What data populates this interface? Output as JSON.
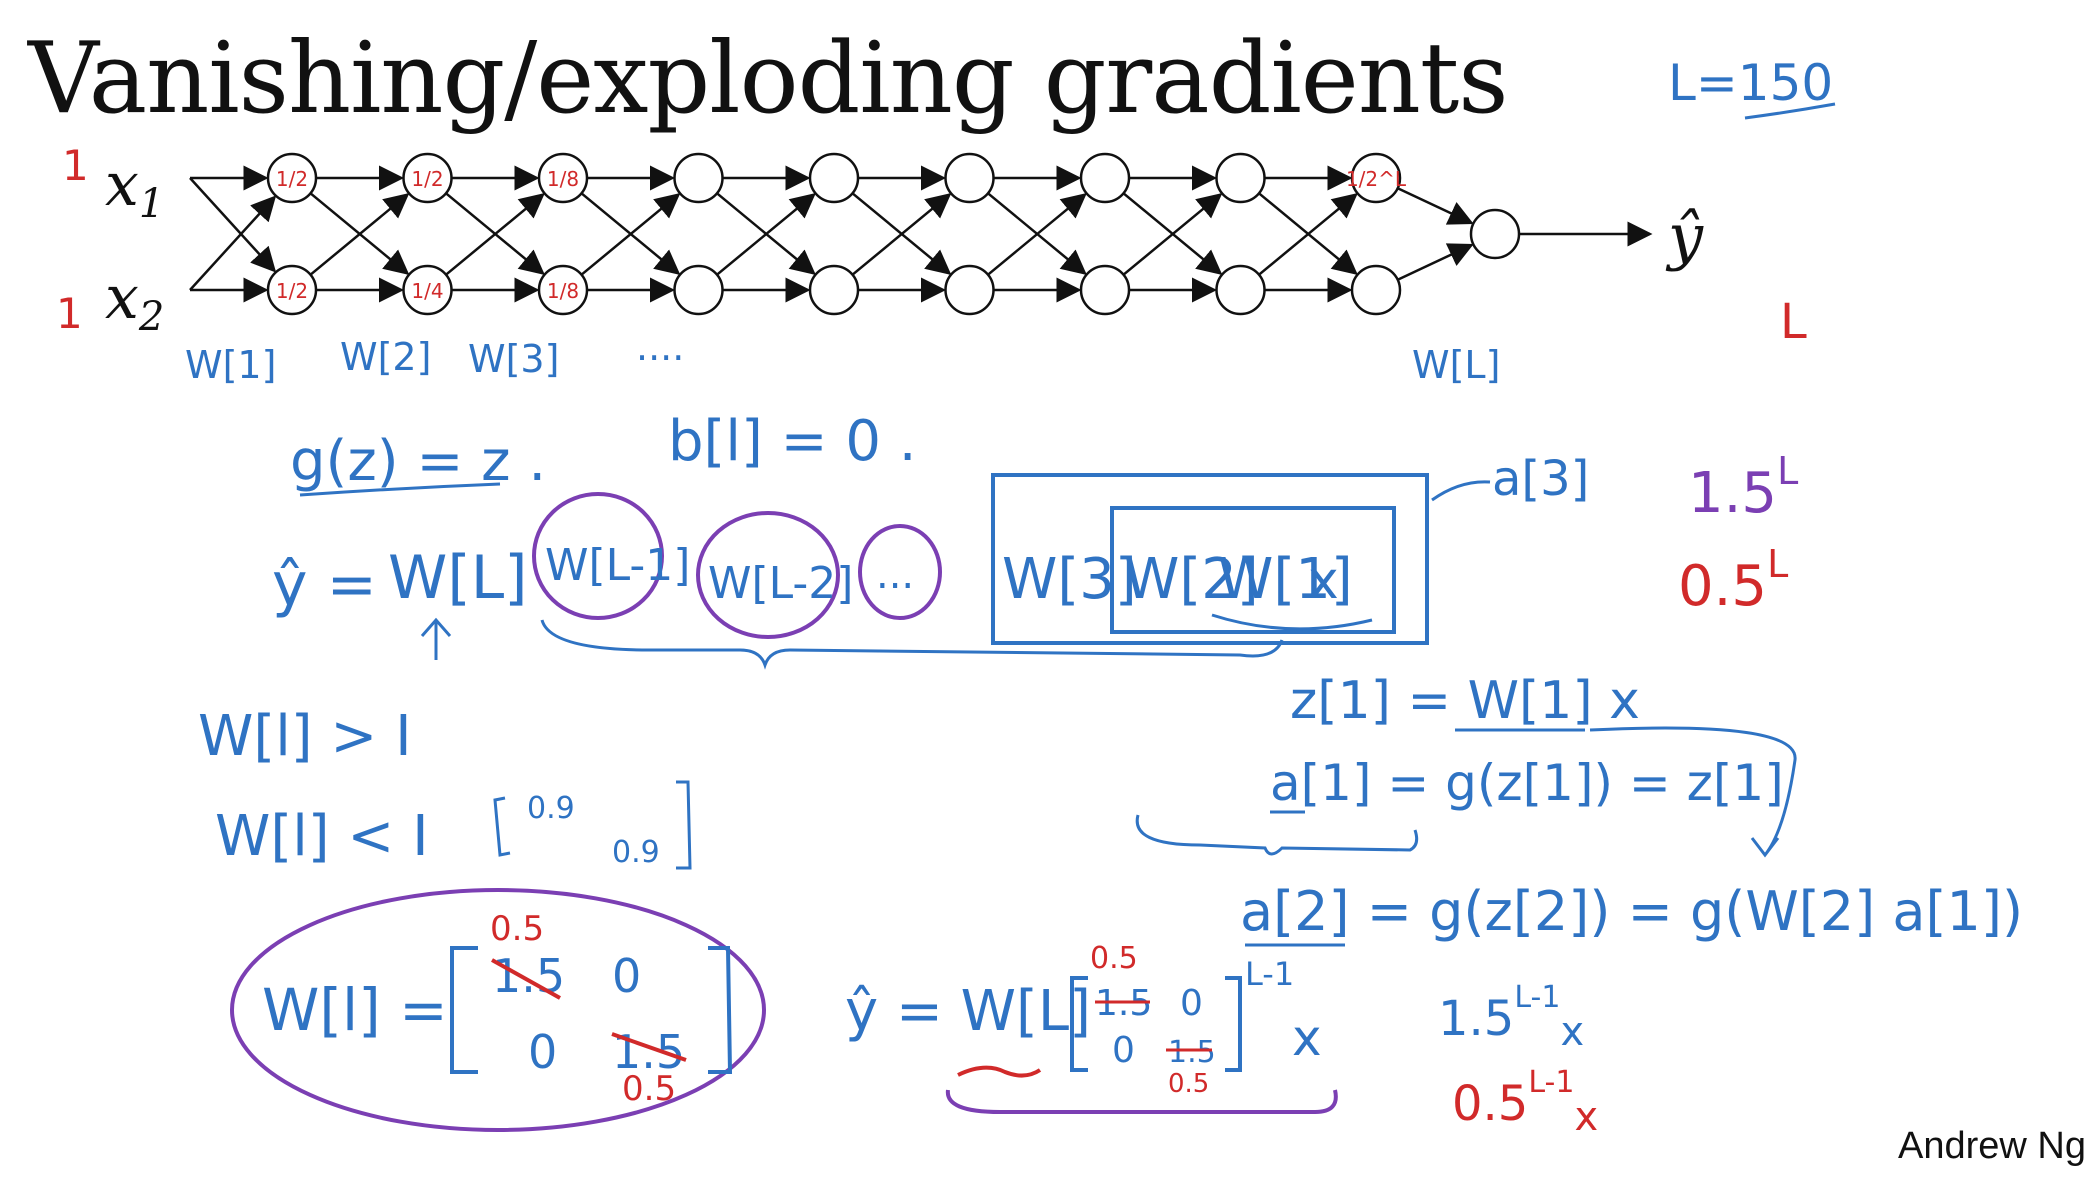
{
  "slide": {
    "title": "Vanishing/exploding gradients",
    "author_credit": "Andrew Ng"
  },
  "network": {
    "inputs": [
      "x1",
      "x2"
    ],
    "input_values": [
      "1",
      "1"
    ],
    "output_label": "ŷ",
    "layer_count_label": "L",
    "depth_note": "L=150",
    "node_labels_top": [
      "1/2",
      "1/2",
      "1/8",
      "",
      "",
      "",
      "",
      "",
      "1/2^L"
    ],
    "node_labels_bottom": [
      "1/2",
      "1/4",
      "1/8",
      "",
      "",
      "",
      "",
      "",
      ""
    ],
    "weight_labels": [
      "W[1]",
      "W[2]",
      "W[3]",
      "....",
      "W[L]"
    ]
  },
  "notes": {
    "activation": "g(z) = z .",
    "bias": "b[l] = 0 .",
    "yhat_product": [
      "ŷ =",
      "W[L]",
      "W[L-1]",
      "W[L-2]",
      "...",
      "W[3]",
      "W[2]",
      "W[1]",
      "x"
    ],
    "a3_label": "a[3]",
    "z1_eq": "z[1] = W[1] x",
    "a1_eq": "a[1] = g(z[1]) = z[1]",
    "a2_eq": "a[2] = g(z[2]) = g(W[2] a[1])",
    "greater": "W[l] > I",
    "less": "W[l] < I",
    "small_matrix": [
      "0.9",
      "0.9"
    ],
    "w_matrix_lhs": "W[l] =",
    "w_matrix_original": [
      "1.5",
      "0",
      "0",
      "1.5"
    ],
    "w_matrix_corrected": [
      "0.5",
      "0.5"
    ],
    "yhat_matrix_lhs": "ŷ = W[L]",
    "yhat_matrix_original": [
      "1.5",
      "0",
      "0",
      "1.5"
    ],
    "yhat_matrix_corrected": [
      "0.5",
      "0.5"
    ],
    "yhat_matrix_exponent": "L-1",
    "yhat_matrix_x": "x",
    "growth": "1.5",
    "growth_exp": "L",
    "decay": "0.5",
    "decay_exp": "L",
    "growth_l1": "1.5",
    "growth_l1_exp": "L-1",
    "decay_l1": "0.5",
    "decay_l1_exp": "L-1",
    "x_mark": "x"
  },
  "colors": {
    "ink_black": "#111111",
    "ink_blue": "#2f73c3",
    "ink_red": "#d12a2a",
    "ink_purple": "#7b3fb3"
  }
}
